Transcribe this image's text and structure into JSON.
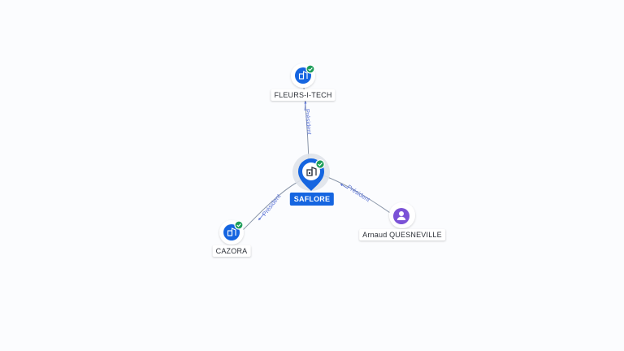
{
  "colors": {
    "company": "#1565e0",
    "person": "#7b52d6",
    "verified": "#1e9e5a",
    "edge": "#8a96a8",
    "edge_label": "#5b74d6"
  },
  "nodes": {
    "center": {
      "label": "SAFLORE",
      "icon": "building-icon",
      "verified": true
    },
    "top": {
      "label": "FLEURS-I-TECH",
      "icon": "building-icon",
      "verified": true
    },
    "left": {
      "label": "CAZORA",
      "icon": "building-icon",
      "verified": true
    },
    "right": {
      "label": "Arnaud QUESNEVILLE",
      "icon": "person-icon",
      "verified": false
    }
  },
  "edges": {
    "top": {
      "label": "Président"
    },
    "left": {
      "label": "Président"
    },
    "right": {
      "label": "Président"
    }
  }
}
